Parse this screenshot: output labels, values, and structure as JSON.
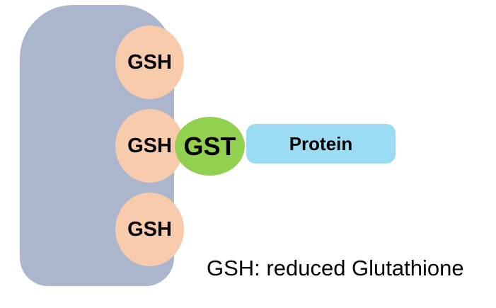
{
  "diagram": {
    "matrix": {
      "color": "#ABB5CB"
    },
    "gsh": {
      "color": "#F8CBAD",
      "items": [
        {
          "label": "GSH"
        },
        {
          "label": "GSH"
        },
        {
          "label": "GSH"
        }
      ]
    },
    "gst": {
      "label": "GST",
      "color": "#92D050"
    },
    "protein": {
      "label": "Protein",
      "color": "#9BDCF3"
    },
    "caption": "GSH: reduced Glutathione",
    "text_color": "#000000",
    "background_color": "#FFFFFF"
  }
}
